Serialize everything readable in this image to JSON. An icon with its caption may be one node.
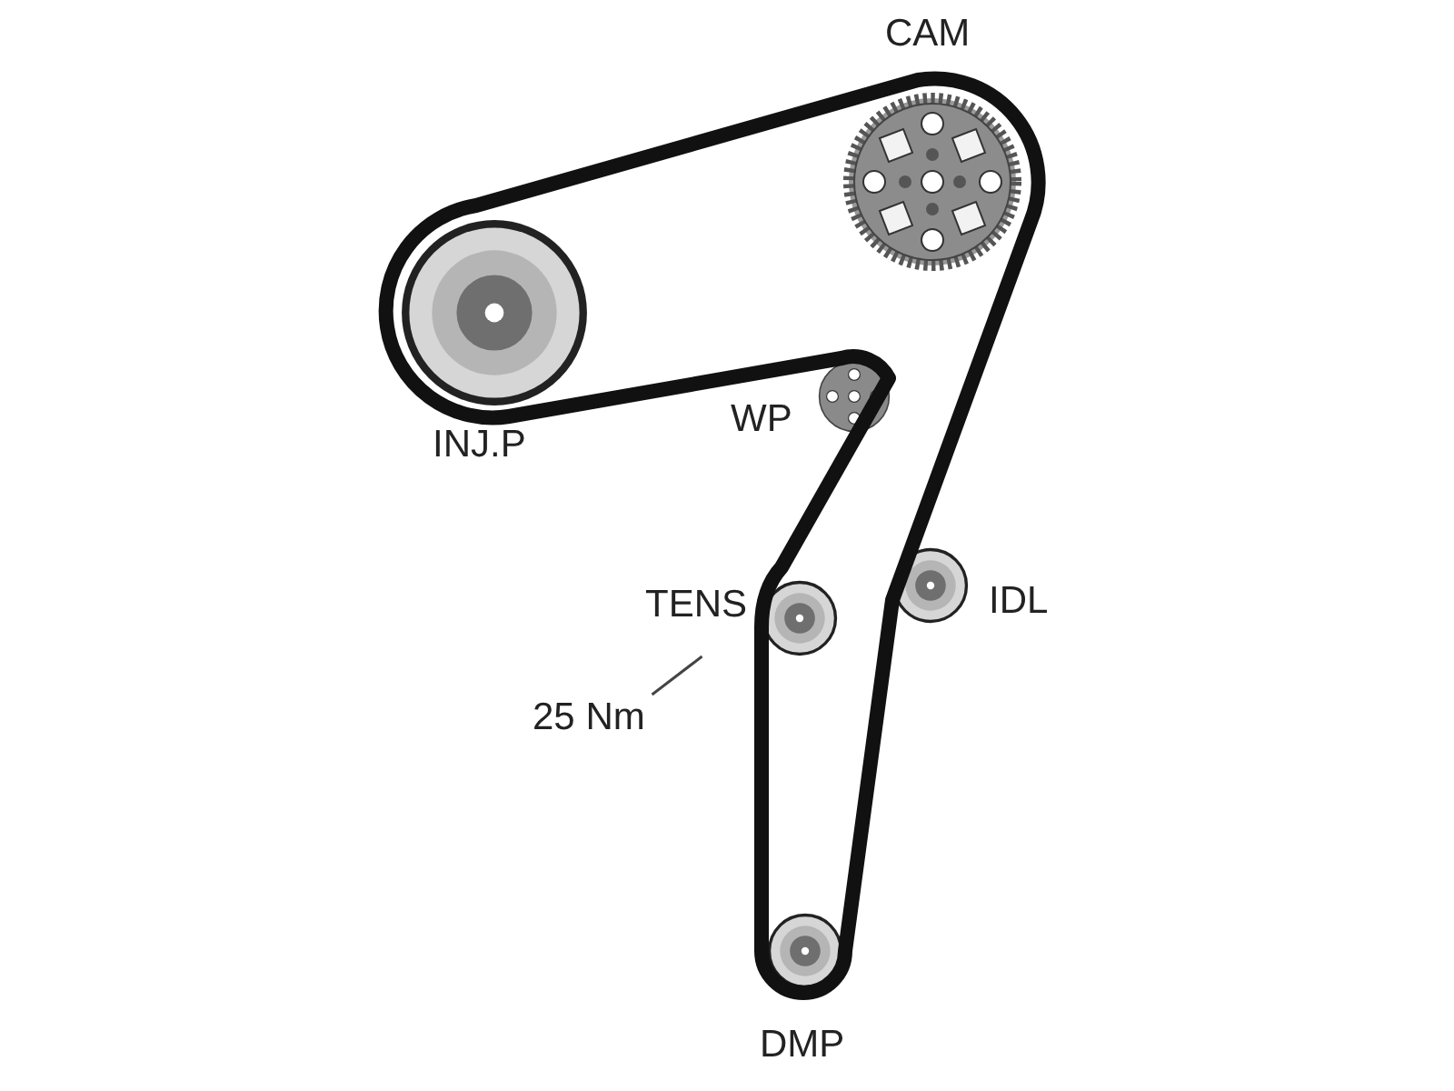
{
  "diagram": {
    "nodes": [
      {
        "text": [
          "CAM"
        ]
      },
      {
        "text": [
          "INJ.P"
        ]
      },
      {
        "text": [
          "WP"
        ]
      },
      {
        "text": [
          "TENS"
        ]
      },
      {
        "text": [
          "IDL"
        ]
      },
      {
        "text": [
          "25 Nm"
        ]
      },
      {
        "text": [
          "DMP"
        ]
      }
    ],
    "edges": [
      {
        "from": 5,
        "to": 3,
        "arrow": "none"
      }
    ]
  }
}
